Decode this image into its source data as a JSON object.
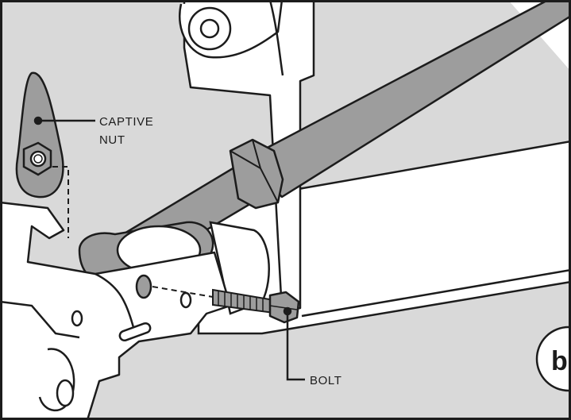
{
  "callouts": {
    "captive_nut_line1": "CAPTIVE",
    "captive_nut_line2": "NUT",
    "bolt": "BOLT"
  },
  "step_badge": "b",
  "colors": {
    "background": "#d9d9d9",
    "part_white": "#ffffff",
    "part_grey": "#9d9d9d",
    "outline": "#1c1c1c"
  }
}
